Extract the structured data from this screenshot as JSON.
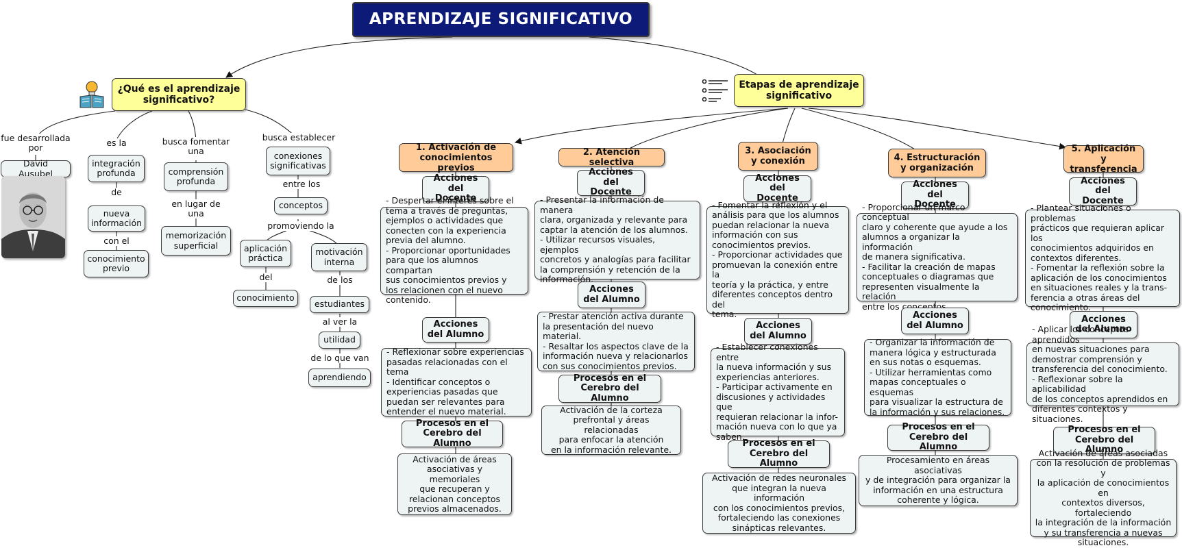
{
  "title": "APRENDIZAJE SIGNIFICATIVO",
  "left": {
    "heading": "¿Qué es el aprendizaje significativo?",
    "link_fue": "fue desarrollada por",
    "ausubel": "David Ausubel",
    "link_es": "es la",
    "integracion": "integración profunda",
    "link_de": "de",
    "nueva_info": "nueva información",
    "link_con": "con el",
    "conocimiento_previo": "conocimiento previo",
    "link_busca_fomentar": "busca fomentar una",
    "comprension": "comprensión profunda",
    "link_lugar": "en lugar de una",
    "memorizacion": "memorización superficial",
    "link_busca_establecer": "busca establecer",
    "conexiones": "conexiones significativas",
    "link_entre": "entre los",
    "conceptos": "conceptos",
    "link_promoviendo": "promoviendo la",
    "aplicacion": "aplicación práctica",
    "link_del": "del",
    "conocimiento": "conocimiento",
    "motivacion": "motivación interna",
    "link_delos": "de los",
    "estudiantes": "estudiantes",
    "link_alver": "al ver la",
    "utilidad": "utilidad",
    "link_delo": "de lo que van",
    "aprendiendo": "aprendiendo"
  },
  "right": {
    "heading": "Etapas de aprendizaje significativo",
    "stages": [
      {
        "title": "1. Activación de conocimientos previos",
        "docente_label": "Acciones del Docente",
        "docente": "- Despertar el interés sobre el\ntema a través de preguntas,\nejemplos o actividades que\nconecten con la experiencia\nprevia del alumno.\n- Proporcionar oportunidades\npara que los alumnos compartan\nsus conocimientos previos y\nlos relacionen con el nuevo\ncontenido.",
        "alumno_label": "Acciones del Alumno",
        "alumno": "- Reflexionar sobre experiencias\npasadas relacionadas con el tema\n- Identificar conceptos o\nexperiencias pasadas que\npuedan ser relevantes para\nentender el nuevo material.",
        "cerebro_label": "Procesos en el Cerebro del Alumno",
        "cerebro": "Activación de áreas\nasociativas y memoriales\nque recuperan y\nrelacionan conceptos\nprevios almacenados."
      },
      {
        "title": "2. Atención selectiva",
        "docente_label": "Acciones del Docente",
        "docente": "- Presentar la información de manera\nclara, organizada y relevante para\ncaptar la atención de los alumnos.\n- Utilizar recursos visuales, ejemplos\nconcretos y analogías para facilitar\nla comprensión y retención de la\ninformación.",
        "alumno_label": "Acciones del Alumno",
        "alumno": "- Prestar atención activa durante\nla presentación del nuevo material.\n- Resaltar los aspectos clave de la\ninformación nueva y relacionarlos\ncon sus conocimientos previos.",
        "cerebro_label": "Procesos en el Cerebro del Alumno",
        "cerebro": "Activación de la corteza\nprefrontal y áreas relacionadas\npara enfocar la atención\nen la información relevante."
      },
      {
        "title": "3. Asociación y conexión",
        "docente_label": "Acciones del Docente",
        "docente": "- Fomentar la reflexión y el\nanálisis para que los alumnos\npuedan relacionar la nueva\ninformación con sus\nconocimientos previos.\n- Proporcionar actividades que\npromuevan la conexión entre la\nteoría y la práctica, y entre\ndiferentes conceptos dentro del\ntema.",
        "alumno_label": "Acciones del Alumno",
        "alumno": "- Establecer conexiones entre\nla nueva información y sus\nexperiencias anteriores.\n- Participar activamente en\ndiscusiones y actividades que\nrequieran relacionar la infor-\nmación nueva con lo que ya\nsaben.",
        "cerebro_label": "Procesos en el Cerebro del Alumno",
        "cerebro": "Activación de redes neuronales\nque integran la nueva información\ncon los conocimientos previos,\nfortaleciendo las conexiones\nsinápticas relevantes."
      },
      {
        "title": "4. Estructuración y organización",
        "docente_label": "Acciones del Docente",
        "docente": "- Proporcionar un marco conceptual\nclaro y coherente que ayude a los\nalumnos a organizar la información\nde manera significativa.\n- Facilitar la creación de mapas\nconceptuales o diagramas que\nrepresenten visualmente la relación\nentre los conceptos.",
        "alumno_label": "Acciones del Alumno",
        "alumno": "- Organizar la información de\nmanera lógica y estructurada\nen sus notas o esquemas.\n- Utilizar herramientas como\nmapas conceptuales o esquemas\npara visualizar la estructura de\nla información y sus relaciones.",
        "cerebro_label": "Procesos en el Cerebro del Alumno",
        "cerebro": "Procesamiento en áreas asociativas\ny de integración para organizar la\ninformación en una estructura\ncoherente y lógica."
      },
      {
        "title": "5. Aplicación y transferencia",
        "docente_label": "Acciones del Docente",
        "docente": "- Plantear situaciones o problemas\nprácticos que requieran aplicar los\nconocimientos adquiridos en\ncontextos diferentes.\n- Fomentar la reflexión sobre la\naplicación de los conocimientos\nen situaciones reales y la trans-\nferencia a otras áreas del\nconocimiento.",
        "alumno_label": "Acciones del Alumno",
        "alumno": "- Aplicar los conceptos aprendidos\nen nuevas situaciones para\ndemostrar comprensión y\ntransferencia del conocimiento.\n- Reflexionar sobre la aplicabilidad\nde los conceptos aprendidos en\ndiferentes contextos y situaciones.",
        "cerebro_label": "Procesos en el Cerebro del Alumno",
        "cerebro": "Activación de áreas asociadas\ncon la resolución de problemas y\nla aplicación de conocimientos en\ncontextos diversos, fortaleciendo\nla integración de la información\ny su transferencia a nuevas\nsituaciones."
      }
    ]
  }
}
